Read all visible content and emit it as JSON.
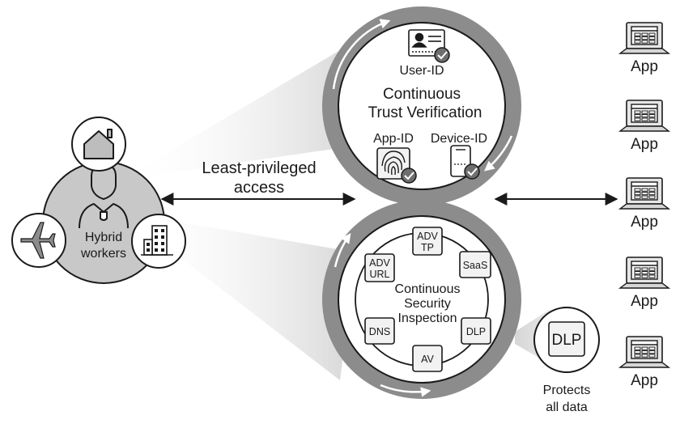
{
  "workers": {
    "label_line1": "Hybrid",
    "label_line2": "workers"
  },
  "access": {
    "label_line1": "Least-privileged",
    "label_line2": "access"
  },
  "trust": {
    "title_line1": "Continuous",
    "title_line2": "Trust Verification",
    "user_id": "User-ID",
    "app_id": "App-ID",
    "device_id": "Device-ID"
  },
  "security": {
    "title_line1": "Continuous",
    "title_line2": "Security",
    "title_line3": "Inspection",
    "adv_tp_line1": "ADV",
    "adv_tp_line2": "TP",
    "saas": "SaaS",
    "adv_url_line1": "ADV",
    "adv_url_line2": "URL",
    "dns": "DNS",
    "dlp": "DLP",
    "av": "AV"
  },
  "dlp_callout": {
    "badge": "DLP",
    "caption_line1": "Protects",
    "caption_line2": "all data"
  },
  "apps": [
    "App",
    "App",
    "App",
    "App",
    "App"
  ],
  "colors": {
    "ring": "#8c8c8c",
    "worker_hub": "#c8c8c8",
    "line": "#1a1a1a",
    "tile_fill": "#f2f2f2",
    "check_badge": "#6e6e6e",
    "fan_gradient": "#e0e0e0"
  },
  "icons": [
    "house-icon",
    "person-icon",
    "airplane-icon",
    "building-icon",
    "id-card-icon",
    "fingerprint-icon",
    "smartphone-icon",
    "check-icon",
    "app-window-icon"
  ]
}
